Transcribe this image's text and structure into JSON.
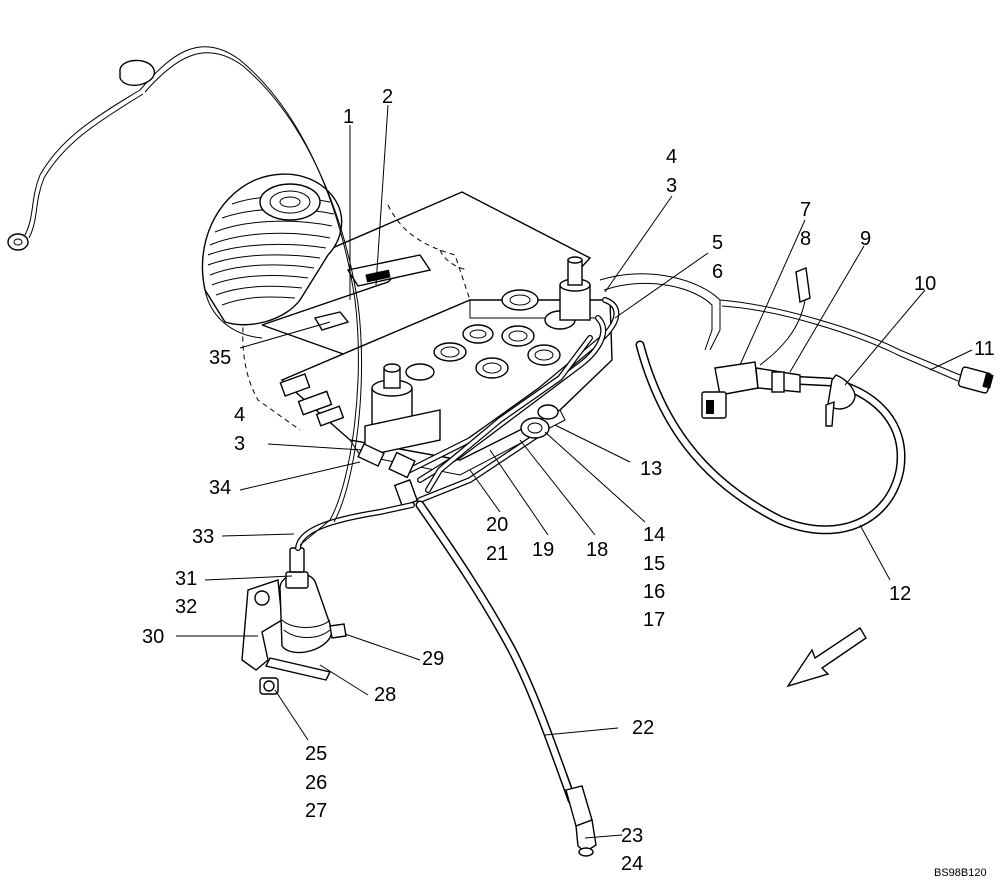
{
  "diagram": {
    "image_code": "BS98B120",
    "callouts": [
      {
        "id": "c1",
        "text": "1"
      },
      {
        "id": "c2",
        "text": "2"
      },
      {
        "id": "c3a",
        "text": "3"
      },
      {
        "id": "c3b",
        "text": "3"
      },
      {
        "id": "c4a",
        "text": "4"
      },
      {
        "id": "c4b",
        "text": "4"
      },
      {
        "id": "c5",
        "text": "5"
      },
      {
        "id": "c6",
        "text": "6"
      },
      {
        "id": "c7",
        "text": "7"
      },
      {
        "id": "c8",
        "text": "8"
      },
      {
        "id": "c9",
        "text": "9"
      },
      {
        "id": "c10",
        "text": "10"
      },
      {
        "id": "c11",
        "text": "11"
      },
      {
        "id": "c12",
        "text": "12"
      },
      {
        "id": "c13",
        "text": "13"
      },
      {
        "id": "c14",
        "text": "14"
      },
      {
        "id": "c15",
        "text": "15"
      },
      {
        "id": "c16",
        "text": "16"
      },
      {
        "id": "c17",
        "text": "17"
      },
      {
        "id": "c18",
        "text": "18"
      },
      {
        "id": "c19",
        "text": "19"
      },
      {
        "id": "c20",
        "text": "20"
      },
      {
        "id": "c21",
        "text": "21"
      },
      {
        "id": "c22",
        "text": "22"
      },
      {
        "id": "c23",
        "text": "23"
      },
      {
        "id": "c24",
        "text": "24"
      },
      {
        "id": "c25",
        "text": "25"
      },
      {
        "id": "c26",
        "text": "26"
      },
      {
        "id": "c27",
        "text": "27"
      },
      {
        "id": "c28",
        "text": "28"
      },
      {
        "id": "c29",
        "text": "29"
      },
      {
        "id": "c30",
        "text": "30"
      },
      {
        "id": "c31",
        "text": "31"
      },
      {
        "id": "c32",
        "text": "32"
      },
      {
        "id": "c33",
        "text": "33"
      },
      {
        "id": "c34",
        "text": "34"
      },
      {
        "id": "c35",
        "text": "35"
      }
    ]
  }
}
